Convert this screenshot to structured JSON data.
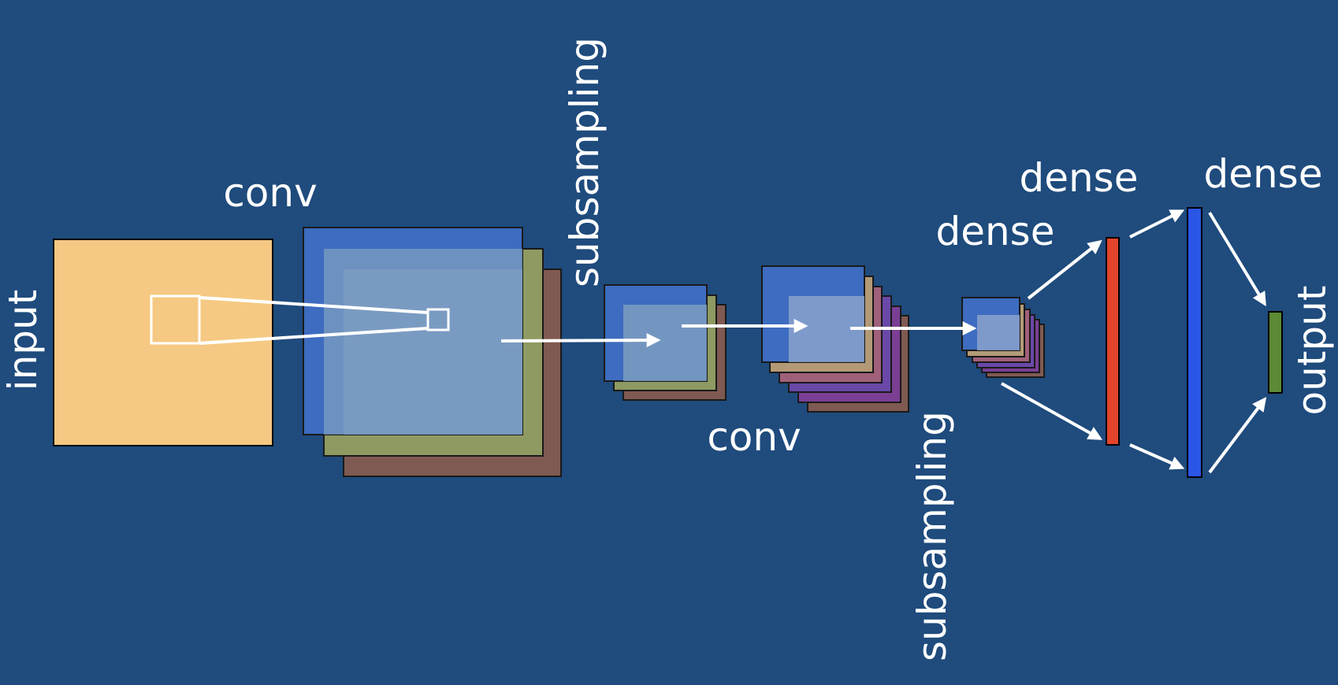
{
  "labels": {
    "input": "input",
    "conv1": "conv",
    "subsampling1": "subsampling",
    "conv2": "conv",
    "subsampling2": "subsampling",
    "dense1": "dense",
    "dense2": "dense",
    "dense3": "dense",
    "output": "output"
  },
  "colors": {
    "background": "#1f4b7d",
    "input": "#f5c983",
    "map_blue": "#3d6cc0",
    "map_olive": "#8e9a62",
    "map_brown": "#7f5a52",
    "map_purple": "#7a3f94",
    "map_mauve": "#a0607a",
    "map_tan": "#b39a76",
    "map_overlay": "#7d9ec0",
    "dense1": "#e0452c",
    "dense2": "#2a56e6",
    "output": "#5c8a35",
    "arrows": "#ffffff"
  }
}
